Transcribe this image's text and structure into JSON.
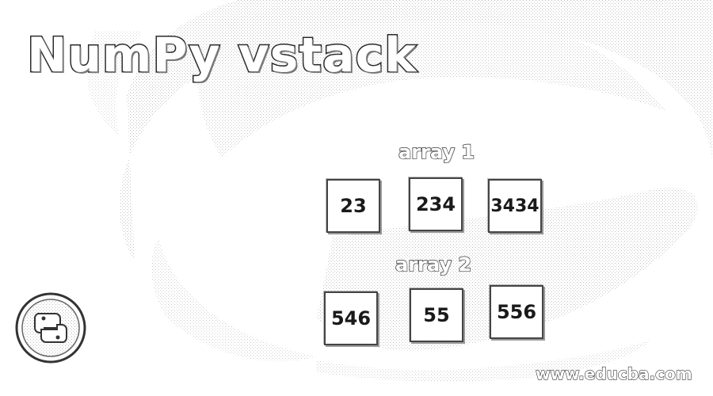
{
  "title": "NumPy vstack",
  "arrays": [
    {
      "label": "array 1",
      "values": [
        "23",
        "234",
        "3434"
      ]
    },
    {
      "label": "array 2",
      "values": [
        "546",
        "55",
        "556"
      ]
    }
  ],
  "website": "www.educba.com",
  "colors": {
    "background": "#ffffff",
    "outline": "#2b2b2b",
    "texture": "#cfcfcf"
  },
  "logo_icon": "python-logo-icon"
}
